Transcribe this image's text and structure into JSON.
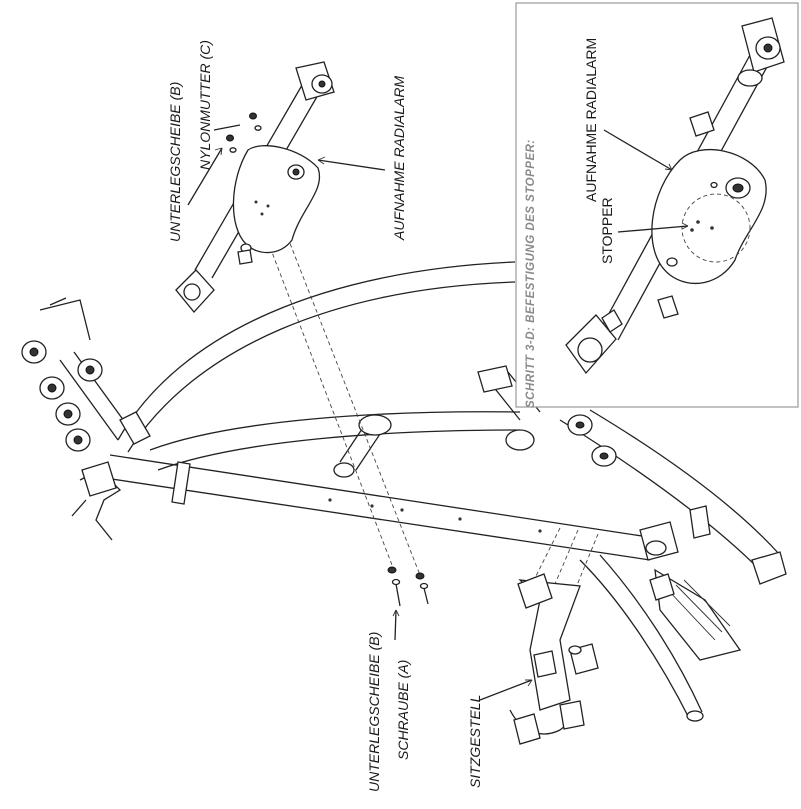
{
  "inset_title": "SCHRITT 3-D: BEFESTIGUNG DES STOPPER:",
  "labels": {
    "unterlegscheibe_top": "UNTERLEGSCHEIBE (B)",
    "nylonmutter": "NYLONMUTTER (C)",
    "aufnahme_main": "AUFNAHME RADIALARM",
    "unterlegscheibe_bottom": "UNTERLEGSCHEIBE (B)",
    "schraube": "SCHRAUBE (A)",
    "sitzgestell": "SITZGESTELL",
    "aufnahme_inset": "AUFNAHME RADIALARM",
    "stopper": "STOPPER"
  },
  "colors": {
    "line": "#222222",
    "inset_border": "#9a9a9a",
    "step_text": "#8a8a8a"
  }
}
